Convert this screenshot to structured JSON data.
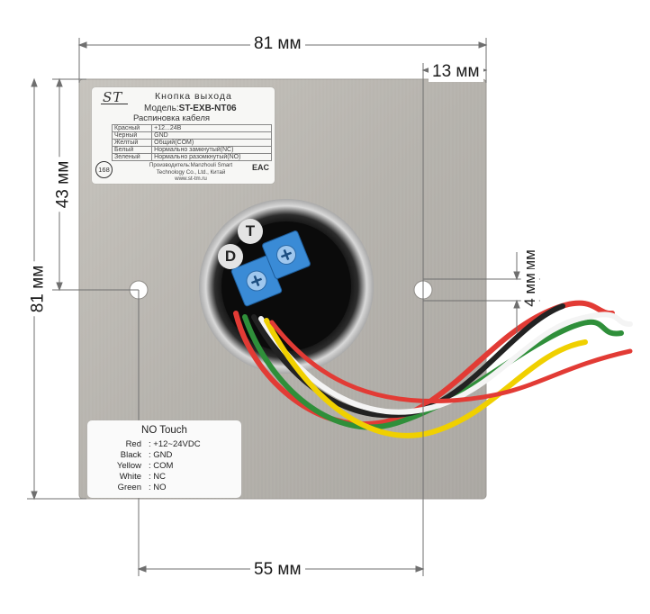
{
  "dimensions": {
    "width_top": "81 мм",
    "right_offset": "13 мм",
    "height_upper": "43 мм",
    "height_left": "81 мм",
    "hole_upper": "4 мм",
    "hole_lower": "4 мм",
    "hole_spacing": "55 мм"
  },
  "top_label": {
    "logo": "ST",
    "title": "Кнопка выхода",
    "model_prefix": "Модель:",
    "model": "ST-EXB-NT06",
    "subtitle": "Распиновка кабеля",
    "rows": [
      {
        "color": "Красный",
        "value": "+12...24В"
      },
      {
        "color": "Черный",
        "value": "GND"
      },
      {
        "color": "Желтый",
        "value": "Общий(COM)"
      },
      {
        "color": "Белый",
        "value": "Нормально замкнутый(NC)"
      },
      {
        "color": "Зеленый",
        "value": "Нормально разомкнутый(NO)"
      }
    ],
    "badge": "168",
    "maker_line1": "Производитель:Manzhouli Smart",
    "maker_line2": "Technology Co., Ltd., Китай",
    "maker_line3": "www.st-tm.ru",
    "eac": "EAC"
  },
  "bottom_label": {
    "title": "NO Touch",
    "rows": [
      {
        "color": "Red",
        "value": ": +12~24VDC"
      },
      {
        "color": "Black",
        "value": ": GND"
      },
      {
        "color": "Yellow",
        "value": ": COM"
      },
      {
        "color": "White",
        "value": ": NC"
      },
      {
        "color": "Green",
        "value": ": NO"
      }
    ]
  },
  "dials": {
    "left": "D",
    "right": "T"
  },
  "colors": {
    "plate": "#b9b6b1",
    "wire_red": "#e23b35",
    "wire_black": "#222222",
    "wire_yellow": "#f0d000",
    "wire_white": "#f4f4f4",
    "wire_green": "#2f8f3a",
    "pot_blue": "#3a8bd6",
    "dimension_line": "#6f6f6f"
  }
}
